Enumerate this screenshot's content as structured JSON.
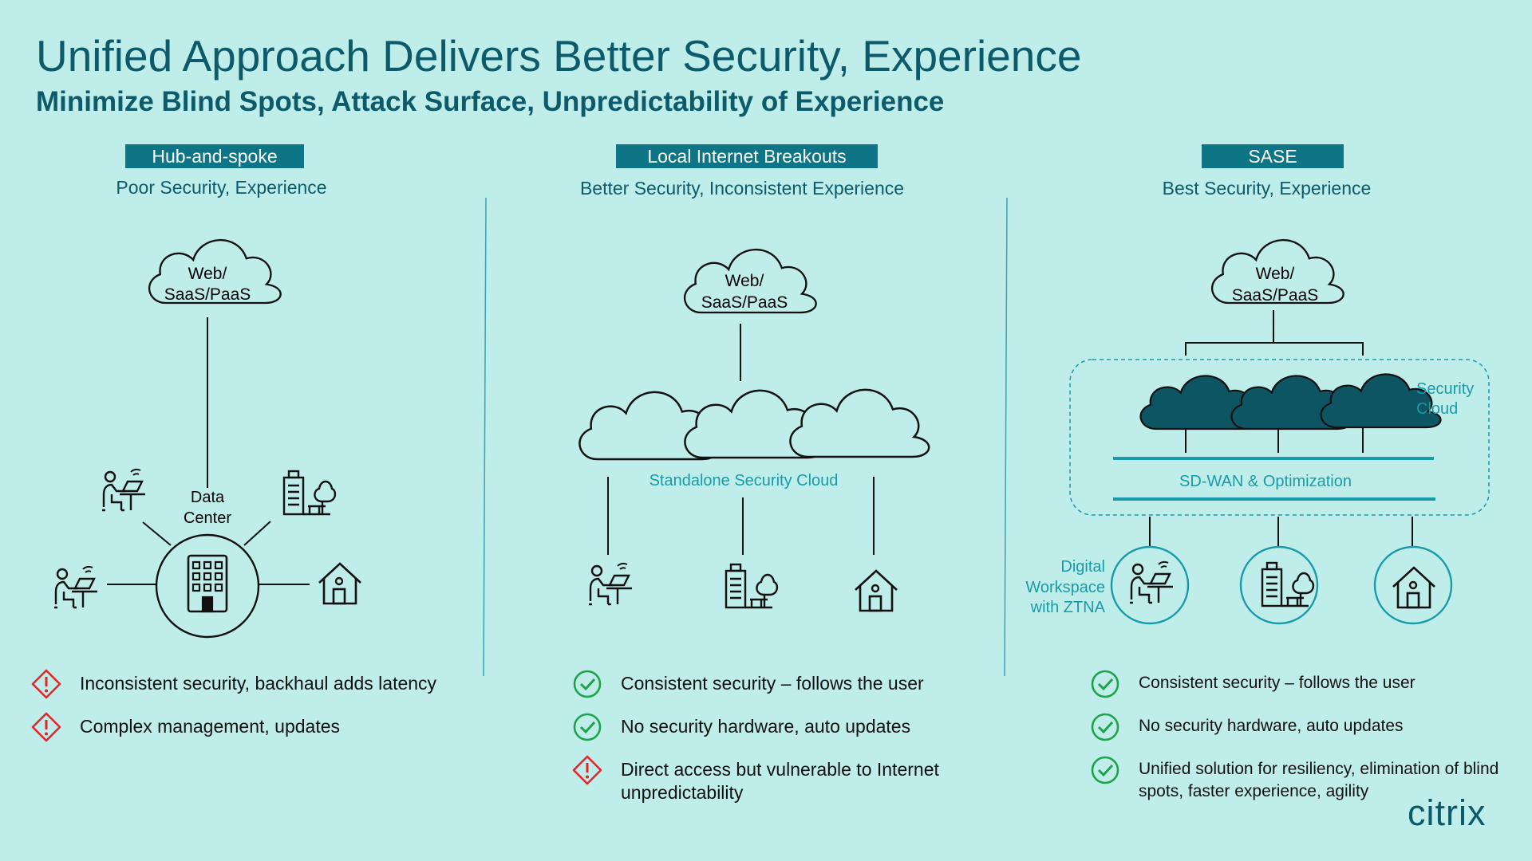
{
  "title": "Unified Approach Delivers Better Security, Experience",
  "subtitle": "Minimize Blind Spots, Attack Surface, Unpredictability of Experience",
  "columns": [
    {
      "tag": "Hub-and-spoke",
      "caption": "Poor Security, Experience",
      "cloud_label_line1": "Web/",
      "cloud_label_line2": "SaaS/PaaS",
      "center_label_line1": "Data",
      "center_label_line2": "Center",
      "points": [
        {
          "status": "warning",
          "text": "Inconsistent security, backhaul adds latency"
        },
        {
          "status": "warning",
          "text": "Complex management, updates"
        }
      ]
    },
    {
      "tag": "Local Internet Breakouts",
      "caption": "Better Security, Inconsistent Experience",
      "cloud_label_line1": "Web/",
      "cloud_label_line2": "SaaS/PaaS",
      "security_cloud_label": "Standalone Security Cloud",
      "points": [
        {
          "status": "check",
          "text": "Consistent security – follows the user"
        },
        {
          "status": "check",
          "text": "No security hardware, auto updates"
        },
        {
          "status": "warning",
          "text": "Direct access but vulnerable to Internet unpredictability"
        }
      ]
    },
    {
      "tag": "SASE",
      "caption": "Best Security, Experience",
      "cloud_label_line1": "Web/",
      "cloud_label_line2": "SaaS/PaaS",
      "security_cloud_line1": "Security",
      "security_cloud_line2": "Cloud",
      "sdwan_label": "SD-WAN & Optimization",
      "workspace_line1": "Digital",
      "workspace_line2": "Workspace",
      "workspace_line3": "with ZTNA",
      "points": [
        {
          "status": "check",
          "text": "Consistent security – follows the user"
        },
        {
          "status": "check",
          "text": "No security hardware, auto updates"
        },
        {
          "status": "check",
          "text": "Unified solution for resiliency, elimination of blind spots, faster experience, agility"
        }
      ]
    }
  ],
  "logo": "citrix",
  "colors": {
    "background": "#bfeeea",
    "heading": "#0d5a6b",
    "tag": "#0d7586",
    "accent": "#1a9aa8",
    "dark_cloud": "#0d5563",
    "check": "#1fa34a",
    "warning": "#e0262b"
  }
}
